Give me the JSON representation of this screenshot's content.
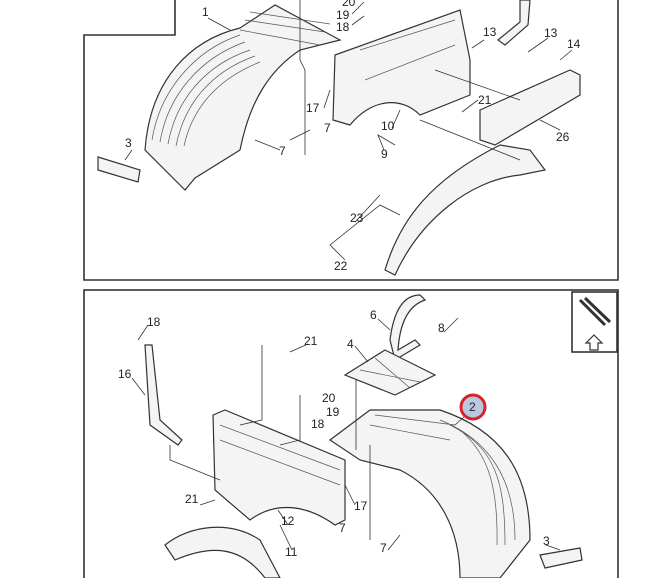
{
  "top_callouts": [
    "1",
    "20",
    "19",
    "18",
    "13",
    "13",
    "14",
    "17",
    "21",
    "7",
    "7",
    "3",
    "10",
    "9",
    "26",
    "23",
    "22"
  ],
  "bottom_callouts": [
    "18",
    "21",
    "16",
    "6",
    "8",
    "4",
    "20",
    "19",
    "18",
    "21",
    "17",
    "12",
    "7",
    "7",
    "11",
    "3"
  ],
  "selected_callout": "2",
  "colors": {
    "highlight_ring": "#d9232a",
    "highlight_fill": "#b8c8e0"
  },
  "view_orientation_icon": "arrow-up-icon"
}
